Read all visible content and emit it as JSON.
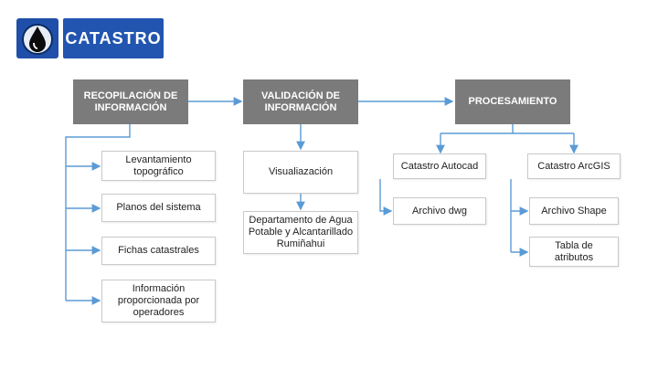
{
  "logo": {
    "title": "CATASTRO",
    "icon": "water-drop-icon",
    "color": "#2255b0"
  },
  "diagram": {
    "main": {
      "recopilacion": "RECOPILACIÓN DE INFORMACIÓN",
      "validacion": "VALIDACIÓN DE INFORMACIÓN",
      "procesamiento": "PROCESAMIENTO"
    },
    "recopilacion_items": [
      "Levantamiento topográfico",
      "Planos del sistema",
      "Fichas catastrales",
      "Información proporcionada por operadores"
    ],
    "validacion_items": [
      "Visualiazación",
      "Departamento de Agua Potable y Alcantarillado Rumiñahui"
    ],
    "autocad": {
      "label": "Catastro Autocad",
      "children": [
        "Archivo dwg"
      ]
    },
    "arcgis": {
      "label": "Catastro ArcGIS",
      "children": [
        "Archivo Shape",
        "Tabla de atributos"
      ]
    },
    "colors": {
      "header": "#7b7b7b",
      "connector": "#5b9bd5",
      "border": "#c9c9c9"
    }
  }
}
